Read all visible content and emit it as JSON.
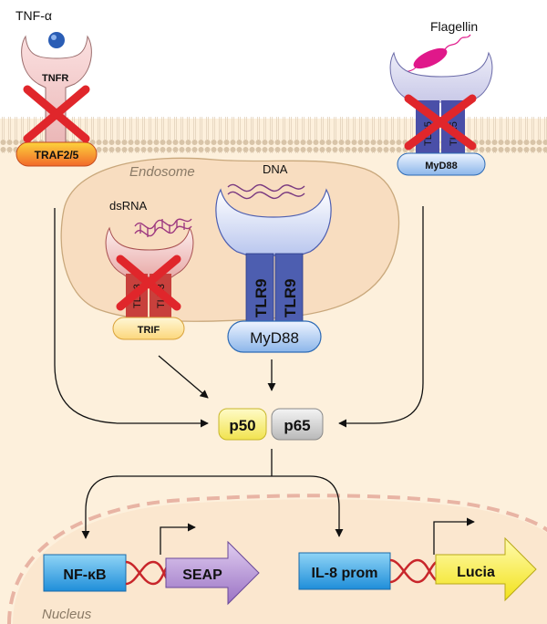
{
  "diagram": {
    "receptors": {
      "tnfr": {
        "ligand_label": "TNF-α",
        "receptor_label": "TNFR",
        "adaptor_label": "TRAF2/5"
      },
      "tlr5": {
        "ligand_label": "Flagellin",
        "chain_left": "TLR5",
        "chain_right": "TLR5",
        "adaptor_label": "MyD88"
      },
      "tlr3": {
        "ligand_label": "dsRNA",
        "chain_left": "TLR3",
        "chain_right": "TLR3",
        "adaptor_label": "TRIF"
      },
      "tlr9": {
        "ligand_label": "DNA",
        "chain_left": "TLR9",
        "chain_right": "TLR9",
        "adaptor_label": "MyD88"
      }
    },
    "compartments": {
      "endosome": "Endosome",
      "nucleus": "Nucleus"
    },
    "nfkb": {
      "p50": "p50",
      "p65": "p65"
    },
    "reporters": {
      "left": {
        "promoter": "NF-κB",
        "gene": "SEAP"
      },
      "right": {
        "promoter": "IL-8 prom",
        "gene": "Lucia"
      }
    }
  },
  "colors": {
    "cytoplasm": "#fdf0dc",
    "endosome": "#f8ddc0",
    "membrane": "#e6d2b8",
    "nuclear_envelope": "#e8b4a4",
    "inactivated_x": "#e0262b",
    "tlr9_blue": "#4d5eb0",
    "tlr3_red": "#c8403c",
    "p50_yellow": "#f7ec6c",
    "p65_gray": "#cdcdcd",
    "dna_red": "#c8262b"
  }
}
